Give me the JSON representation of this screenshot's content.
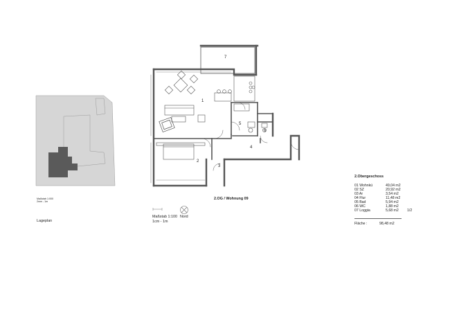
{
  "site_plan": {
    "scale_line1": "Maßstab 1:000",
    "scale_line2": "2mm - 1m",
    "title": "Lageplan"
  },
  "floor_plan": {
    "title": "2.OG / Wohnung 09",
    "scale_label": "Maßstab 1:100",
    "scale_units": "1cm - 1m",
    "north_label": "Nord",
    "room_numbers": [
      "1",
      "2",
      "3",
      "4",
      "5",
      "6",
      "7"
    ]
  },
  "area_schedule": {
    "title": "2.Obergeschoss",
    "rows": [
      {
        "name": "01 Wohnkü",
        "value": "49,04 m2",
        "extra": ""
      },
      {
        "name": "02 SZ",
        "value": "20,92 m2",
        "extra": ""
      },
      {
        "name": "03 Ar",
        "value": "3,54 m2",
        "extra": ""
      },
      {
        "name": "04 Flur",
        "value": "11,48 m2",
        "extra": ""
      },
      {
        "name": "05 Bad",
        "value": "5,94 m2",
        "extra": ""
      },
      {
        "name": "06 WC",
        "value": "1,88 m2",
        "extra": ""
      },
      {
        "name": "07 Loggia",
        "value": "5,68 m2",
        "extra": "1/2"
      }
    ],
    "total_label": "Fläche :",
    "total_value": "98,48 m2"
  },
  "colors": {
    "wall": "#555555",
    "site_ground": "#d6d6d6",
    "highlight_building": "#5a5a5a",
    "line": "#7a7a7a"
  }
}
